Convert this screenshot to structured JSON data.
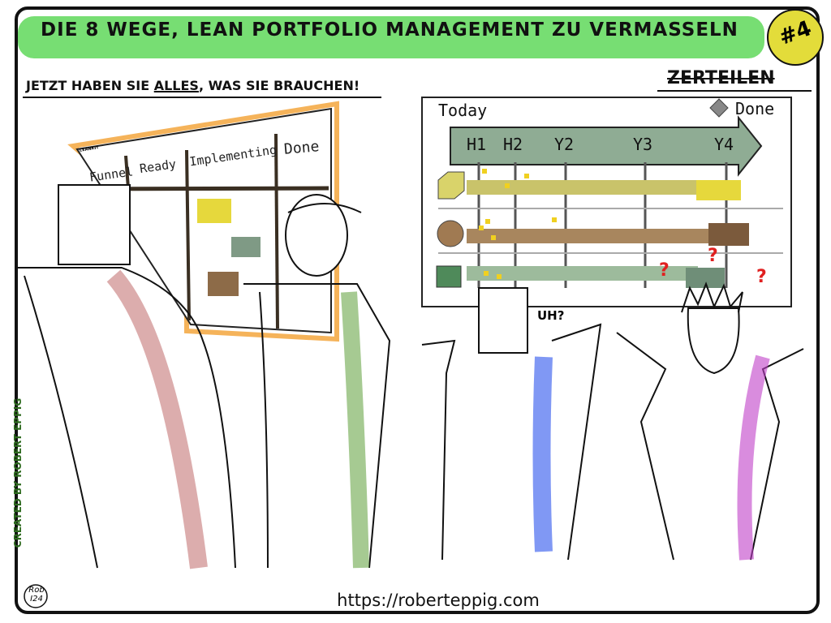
{
  "header": {
    "title": "DIE 8 WEGE, LEAN PORTFOLIO MANAGEMENT ZU VERMASSELN",
    "badge": "#4",
    "subtitle_pre": "JETZT HABEN SIE ",
    "subtitle_emph": "ALLES",
    "subtitle_post": ", WAS SIE BRAUCHEN!",
    "struck_word": "ZERTEILEN"
  },
  "kanban": {
    "brand": "LEANKIT",
    "columns": [
      "Funnel",
      "Ready",
      "Implementing",
      "Done"
    ]
  },
  "roadmap": {
    "today": "Today",
    "done": "Done",
    "milestones": [
      "H1",
      "H2",
      "Y2",
      "Y3",
      "Y4"
    ]
  },
  "speech": "UH?",
  "footer": {
    "url": "https://roberteppig.com",
    "credit": "CREATED BY ROBERT EPPIG",
    "signature_line1": "Rob",
    "signature_line2": "I24"
  },
  "colors": {
    "banner": "#5fd85a",
    "badge": "#e3dc3a",
    "roadmap_band": "#8fac94",
    "bar_yellow": "#c9c36a",
    "bar_brown": "#a8865e",
    "bar_green": "#9dbb9c"
  }
}
